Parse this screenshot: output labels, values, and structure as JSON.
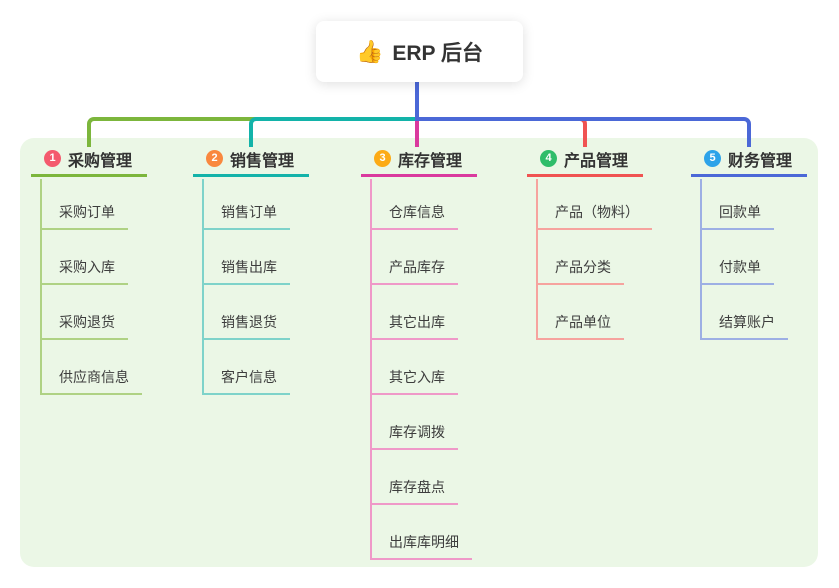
{
  "root": {
    "emoji": "👍",
    "icon": "thumbs-up-icon",
    "label": "ERP 后台"
  },
  "colors": {
    "container_bg": "#ebf7e6",
    "root_line": "#4b68d7",
    "text": "#3d3d3d"
  },
  "branches": [
    {
      "badge": "1",
      "label": "采购管理",
      "badge_color": "#f45a6e",
      "line_color": "#7cb63c",
      "leaf_line_color": "#afd284",
      "children": [
        "采购订单",
        "采购入库",
        "采购退货",
        "供应商信息"
      ]
    },
    {
      "badge": "2",
      "label": "销售管理",
      "badge_color": "#f9883f",
      "line_color": "#13b3a9",
      "leaf_line_color": "#7ed3ca",
      "children": [
        "销售订单",
        "销售出库",
        "销售退货",
        "客户信息"
      ]
    },
    {
      "badge": "3",
      "label": "库存管理",
      "badge_color": "#fcab16",
      "line_color": "#da3a9e",
      "leaf_line_color": "#ef99c8",
      "children": [
        "仓库信息",
        "产品库存",
        "其它出库",
        "其它入库",
        "库存调拨",
        "库存盘点",
        "出库库明细"
      ]
    },
    {
      "badge": "4",
      "label": "产品管理",
      "badge_color": "#2fbd6a",
      "line_color": "#f05352",
      "leaf_line_color": "#f6a39e",
      "children": [
        "产品（物料）",
        "产品分类",
        "产品单位"
      ]
    },
    {
      "badge": "5",
      "label": "财务管理",
      "badge_color": "#2da3e9",
      "line_color": "#4b68d7",
      "leaf_line_color": "#9dafe4",
      "children": [
        "回款单",
        "付款单",
        "结算账户"
      ]
    }
  ]
}
